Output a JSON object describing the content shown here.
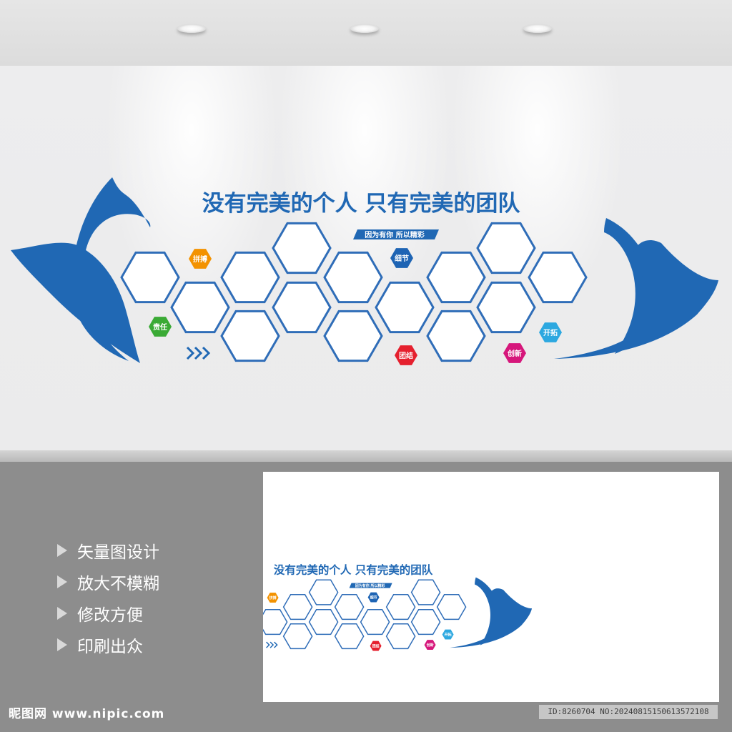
{
  "wall": {
    "title": "没有完美的个人 只有完美的团队",
    "banner": "因为有你 所以精彩",
    "badges": [
      {
        "label": "拼搏",
        "color": "#f39200"
      },
      {
        "label": "细节",
        "color": "#1e64b4"
      },
      {
        "label": "责任",
        "color": "#3aaa35"
      },
      {
        "label": "开拓",
        "color": "#2da8e0"
      },
      {
        "label": "团结",
        "color": "#e5202e"
      },
      {
        "label": "创新",
        "color": "#d6177b"
      }
    ],
    "colors": {
      "primary": "#2068b4",
      "frame": "#2f6db8"
    },
    "arrows_icon": "chevron-right-icon"
  },
  "features": [
    {
      "label": "矢量图设计",
      "icon": "triangle-right-icon"
    },
    {
      "label": "放大不模糊",
      "icon": "triangle-right-icon"
    },
    {
      "label": "修改方便",
      "icon": "triangle-right-icon"
    },
    {
      "label": "印刷出众",
      "icon": "triangle-right-icon"
    }
  ],
  "footer": {
    "logo": "昵图网 www.nipic.com",
    "image_id": "ID:8260704 NO:20240815150613572108"
  }
}
